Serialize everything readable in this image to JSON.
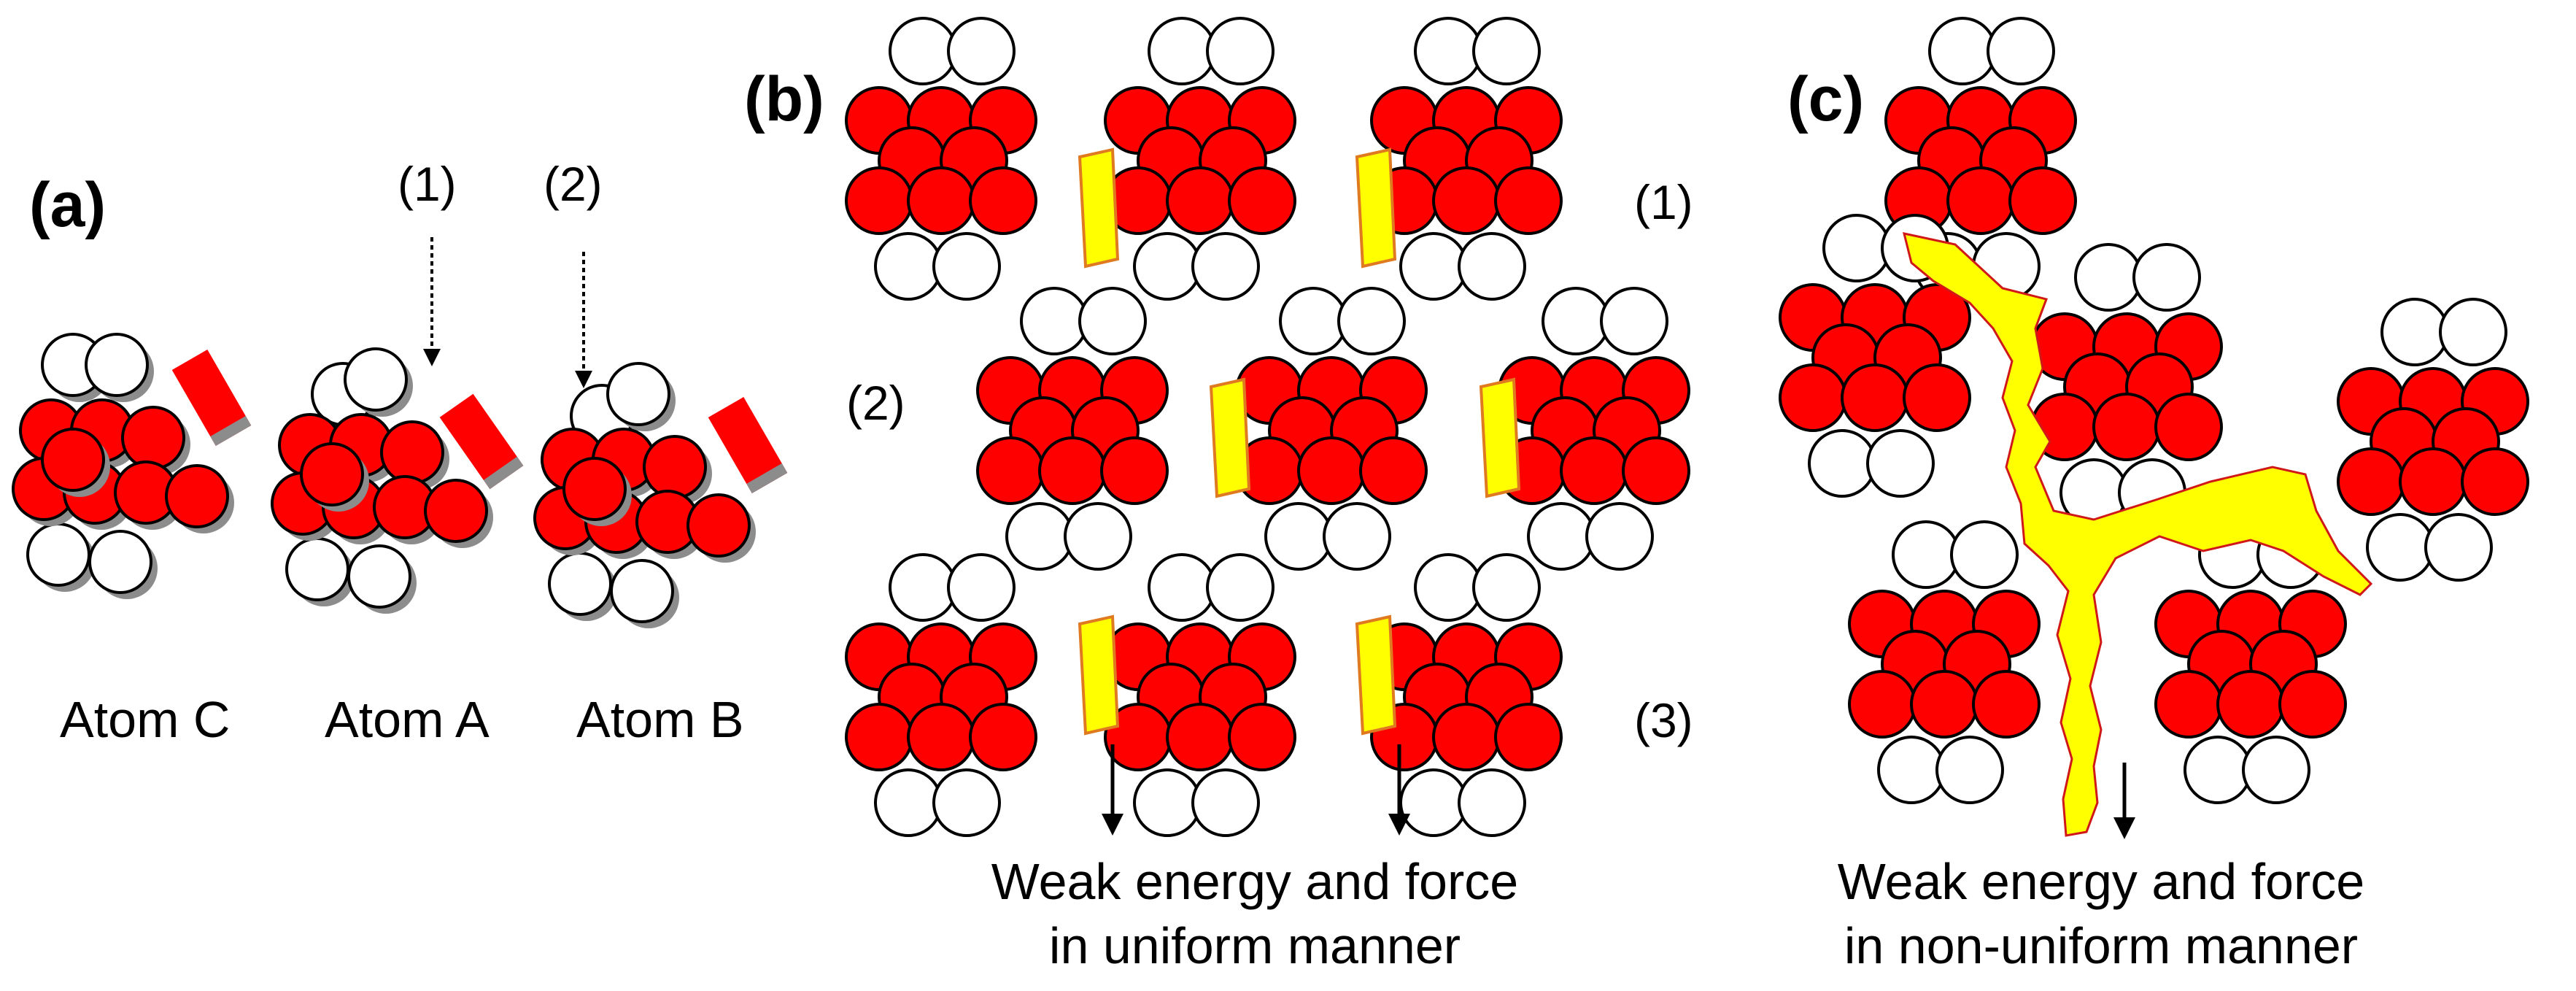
{
  "panel_a": {
    "label": "(a)",
    "markers": [
      "(1)",
      "(2)"
    ],
    "atoms": [
      "Atom C",
      "Atom A",
      "Atom B"
    ]
  },
  "panel_b": {
    "label": "(b)",
    "rows": [
      "(1)",
      "(2)",
      "(3)"
    ],
    "caption": [
      "Weak energy and force",
      "in uniform manner"
    ]
  },
  "panel_c": {
    "label": "(c)",
    "caption": [
      "Weak energy and force",
      "in non-uniform manner"
    ]
  },
  "colors": {
    "atom_red": "#ff0000",
    "atom_white": "#ffffff",
    "outline": "#000000",
    "shadow": "#8c8c8c",
    "bond_yellow": "#ffff00",
    "bond_edge": "#e07a20"
  }
}
